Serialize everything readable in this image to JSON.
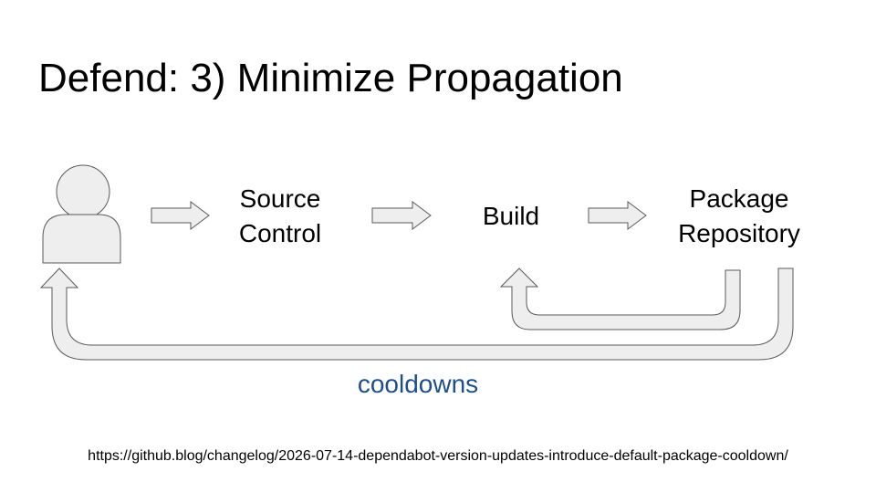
{
  "slide": {
    "title": "Defend: 3) Minimize Propagation",
    "stages": {
      "source_control": [
        "Source",
        "Control"
      ],
      "build": "Build",
      "package_repository": [
        "Package",
        "Repository"
      ]
    },
    "feedback_label": "cooldowns",
    "reference_url": "https://github.blog/changelog/2026-07-14-dependabot-version-updates-introduce-default-package-cooldown/"
  },
  "colors": {
    "shape_fill": "#eeeeee",
    "shape_stroke": "#595959",
    "feedback_label": "#1f4e8c"
  },
  "icons": [
    "person-icon"
  ]
}
